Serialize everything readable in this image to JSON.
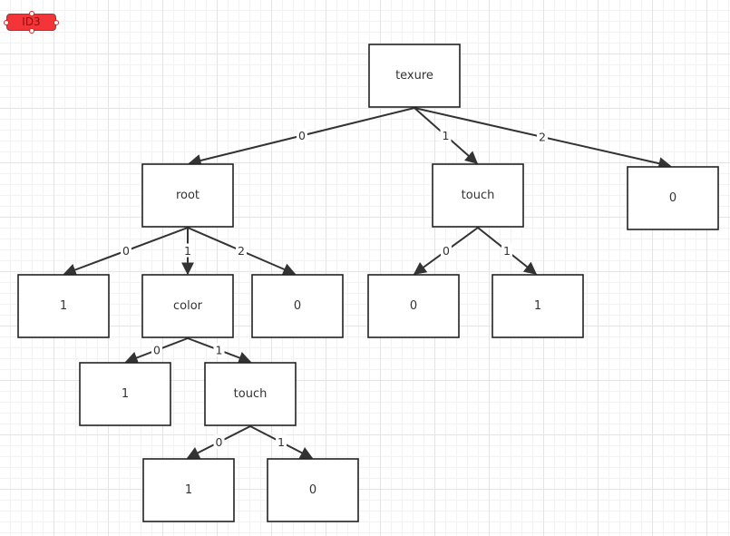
{
  "tag": {
    "label": "ID3",
    "color": "#f3353a"
  },
  "nodes": [
    {
      "id": "n-texure",
      "label": "texure"
    },
    {
      "id": "n-root",
      "label": "root"
    },
    {
      "id": "n-touch-top",
      "label": "touch"
    },
    {
      "id": "n-right-0",
      "label": "0"
    },
    {
      "id": "n-leaf-1-a",
      "label": "1"
    },
    {
      "id": "n-color",
      "label": "color"
    },
    {
      "id": "n-leaf-0-a",
      "label": "0"
    },
    {
      "id": "n-leaf-0-b",
      "label": "0"
    },
    {
      "id": "n-leaf-1-b",
      "label": "1"
    },
    {
      "id": "n-leaf-1-c",
      "label": "1"
    },
    {
      "id": "n-touch-mid",
      "label": "touch"
    },
    {
      "id": "n-leaf-1-d",
      "label": "1"
    },
    {
      "id": "n-leaf-0-c",
      "label": "0"
    }
  ],
  "edges": [
    {
      "from": "n-texure",
      "to": "n-root",
      "label": "0"
    },
    {
      "from": "n-texure",
      "to": "n-touch-top",
      "label": "1"
    },
    {
      "from": "n-texure",
      "to": "n-right-0",
      "label": "2"
    },
    {
      "from": "n-root",
      "to": "n-leaf-1-a",
      "label": "0"
    },
    {
      "from": "n-root",
      "to": "n-color",
      "label": "1"
    },
    {
      "from": "n-root",
      "to": "n-leaf-0-a",
      "label": "2"
    },
    {
      "from": "n-touch-top",
      "to": "n-leaf-0-b",
      "label": "0"
    },
    {
      "from": "n-touch-top",
      "to": "n-leaf-1-b",
      "label": "1"
    },
    {
      "from": "n-color",
      "to": "n-leaf-1-c",
      "label": "0"
    },
    {
      "from": "n-color",
      "to": "n-touch-mid",
      "label": "1"
    },
    {
      "from": "n-touch-mid",
      "to": "n-leaf-1-d",
      "label": "0"
    },
    {
      "from": "n-touch-mid",
      "to": "n-leaf-0-c",
      "label": "1"
    }
  ]
}
